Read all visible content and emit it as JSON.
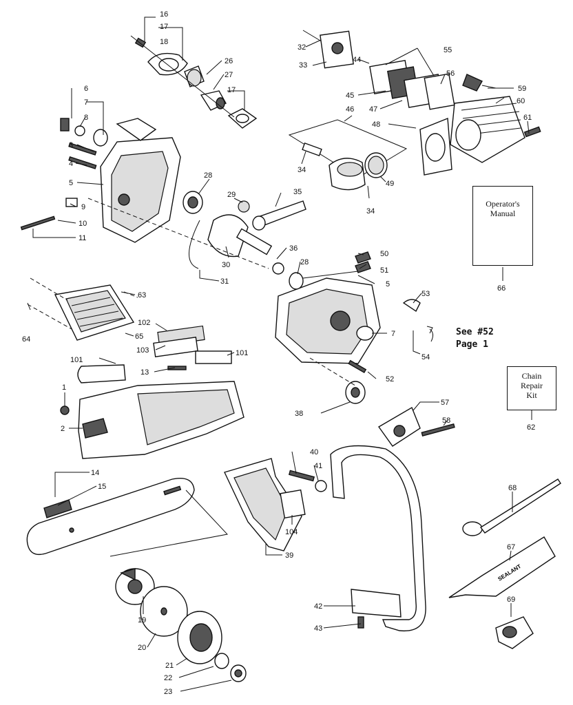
{
  "callouts": {
    "c1": "1",
    "c2": "2",
    "c3": "3",
    "c4": "4",
    "c5": "5",
    "c5b": "5",
    "c6": "6",
    "c7": "7",
    "c7b": "7",
    "c8": "8",
    "c9": "9",
    "c10": "10",
    "c11": "11",
    "c13": "13",
    "c14": "14",
    "c15": "15",
    "c16": "16",
    "c17": "17",
    "c17b": "17",
    "c18": "18",
    "c19": "19",
    "c20": "20",
    "c21": "21",
    "c22": "22",
    "c23": "23",
    "c26": "26",
    "c27": "27",
    "c28": "28",
    "c28b": "28",
    "c29": "29",
    "c30": "30",
    "c31": "31",
    "c32": "32",
    "c33": "33",
    "c34": "34",
    "c34b": "34",
    "c35": "35",
    "c36": "36",
    "c38": "38",
    "c39": "39",
    "c40": "40",
    "c41": "41",
    "c42": "42",
    "c43": "43",
    "c44": "44",
    "c45": "45",
    "c46": "46",
    "c47": "47",
    "c48": "48",
    "c49": "49",
    "c50": "50",
    "c51": "51",
    "c52": "52",
    "c53": "53",
    "c54": "54",
    "c55": "55",
    "c56": "56",
    "c57": "57",
    "c58": "58",
    "c59": "59",
    "c60": "60",
    "c61": "61",
    "c62": "62",
    "c63": "63",
    "c64": "64",
    "c65": "65",
    "c66": "66",
    "c67": "67",
    "c68": "68",
    "c69": "69",
    "c101": "101",
    "c101b": "101",
    "c102": "102",
    "c103": "103",
    "c104": "104"
  },
  "boxes": {
    "operators_manual": "Operator's Manual",
    "chain_repair_kit": "Chain Repair Kit"
  },
  "see_reference": {
    "line1": "See #52",
    "line2": "Page 1"
  },
  "sealant_label": "SEALANT"
}
